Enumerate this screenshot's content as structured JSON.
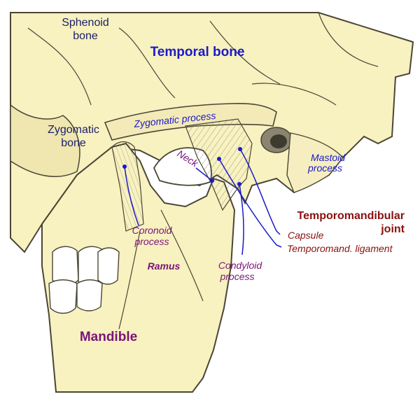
{
  "colors": {
    "bone_fill": "#f8f1c0",
    "bone_outline": "#4a4636",
    "hatch": "#8c8672",
    "label_navy": "#1a1f66",
    "label_blue": "#1a1ac8",
    "label_purple": "#7a1478",
    "label_darkred": "#8a1010",
    "leader_blue": "#1a1ac8"
  },
  "labels": {
    "sphenoid_1": "Sphenoid",
    "sphenoid_2": "bone",
    "temporal_bone": "Temporal bone",
    "zygomatic_1": "Zygomatic",
    "zygomatic_2": "bone",
    "zygomatic_process": "Zygomatic  process",
    "neck": "Neck",
    "mastoid_1": "Mastoid",
    "mastoid_2": "process",
    "coronoid_1": "Coronoid",
    "coronoid_2": "process",
    "ramus": "Ramus",
    "condyloid_1": "Condyloid",
    "condyloid_2": "process",
    "tmj_1": "Temporomandibular",
    "tmj_2": "joint",
    "capsule": "Capsule",
    "ligament": "Temporomand. ligament",
    "mandible": "Mandible"
  }
}
